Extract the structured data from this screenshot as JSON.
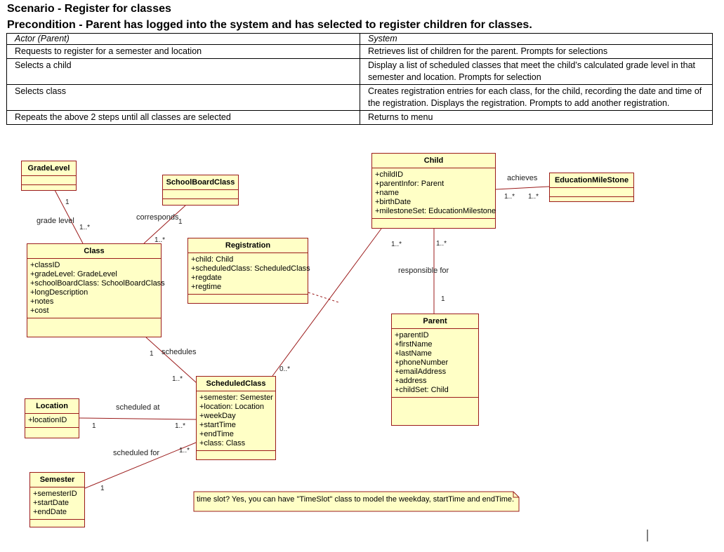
{
  "scenario_title": "Scenario - Register for classes",
  "precondition": "Precondition - Parent has logged into the system and has selected to register children for classes.",
  "table": {
    "headers": [
      "Actor (Parent)",
      "System"
    ],
    "rows": [
      [
        "Requests to register for a semester and location",
        "Retrieves list of children for the parent. Prompts for selections"
      ],
      [
        "Selects a child",
        "Display a list of scheduled classes that meet the child’s calculated grade level in that semester and location. Prompts for selection"
      ],
      [
        "Selects class",
        "Creates registration entries for each class, for the child, recording the date and time of the registration. Displays the registration. Prompts to add another registration."
      ],
      [
        "Repeats the above 2 steps until all classes are selected",
        "Returns to menu"
      ]
    ]
  },
  "classes": {
    "gradelevel": {
      "name": "GradeLevel",
      "attrs": []
    },
    "schoolboard": {
      "name": "SchoolBoardClass",
      "attrs": []
    },
    "child": {
      "name": "Child",
      "attrs": [
        "+childID",
        "+parentInfor: Parent",
        "+name",
        "+birthDate",
        "+milestoneSet: EducationMilestone"
      ]
    },
    "milestone": {
      "name": "EducationMileStone",
      "attrs": []
    },
    "class": {
      "name": "Class",
      "attrs": [
        "+classID",
        "+gradeLevel: GradeLevel",
        "+schoolBoardClass: SchoolBoardClass",
        "+longDescription",
        "+notes",
        "+cost"
      ]
    },
    "registration": {
      "name": "Registration",
      "attrs": [
        "+child: Child",
        "+scheduledClass: ScheduledClass",
        "+regdate",
        "+regtime"
      ]
    },
    "parent": {
      "name": "Parent",
      "attrs": [
        "+parentID",
        "+firstName",
        "+lastName",
        "+phoneNumber",
        "+emailAddress",
        "+address",
        "+childSet: Child"
      ]
    },
    "scheduled": {
      "name": "ScheduledClass",
      "attrs": [
        "+semester: Semester",
        "+location: Location",
        "+weekDay",
        "+startTime",
        "+endTime",
        "+class: Class"
      ]
    },
    "location": {
      "name": "Location",
      "attrs": [
        "+locationID"
      ]
    },
    "semester": {
      "name": "Semester",
      "attrs": [
        "+semesterID",
        "+startDate",
        "+endDate"
      ]
    }
  },
  "labels": {
    "achieves": "achieves",
    "grade_level": "grade level",
    "corresponds": "corresponds",
    "responsible_for": "responsible for",
    "schedules": "schedules",
    "scheduled_at": "scheduled at",
    "scheduled_for": "scheduled for"
  },
  "multiplicities": {
    "one": "1",
    "one_many": "1..*",
    "zero_many": "0..*"
  },
  "note": "time slot? Yes, you can have \"TimeSlot\" class to model the weekday, startTime and endTime."
}
